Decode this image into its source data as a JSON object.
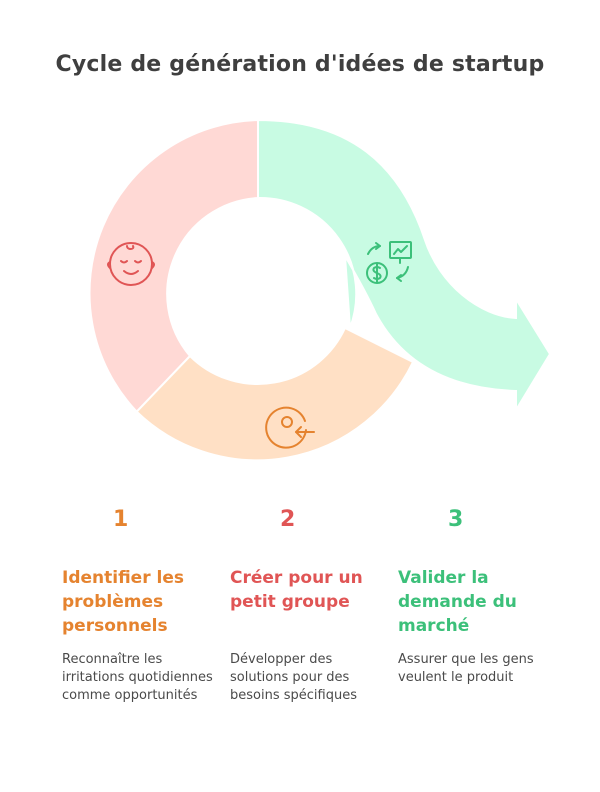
{
  "title": "Cycle de génération d'idées de startup",
  "colors": {
    "step1": "#e5832f",
    "step2": "#e05555",
    "step3": "#3cc07a",
    "segment1": "#ffd9d5",
    "segment2": "#ffe0c5",
    "segment3": "#c8fbe3"
  },
  "steps": [
    {
      "number": "1",
      "heading": "Identifier les problèmes personnels",
      "description": "Reconnaître les irritations quotidiennes comme opportunités",
      "icon": "baby-face-icon"
    },
    {
      "number": "2",
      "heading": "Créer pour un petit groupe",
      "description": "Développer des solutions pour des besoins spécifiques",
      "icon": "target-arrow-icon"
    },
    {
      "number": "3",
      "heading": "Valider la demande du marché",
      "description": "Assurer que les gens veulent le produit",
      "icon": "money-chart-exchange-icon"
    }
  ]
}
